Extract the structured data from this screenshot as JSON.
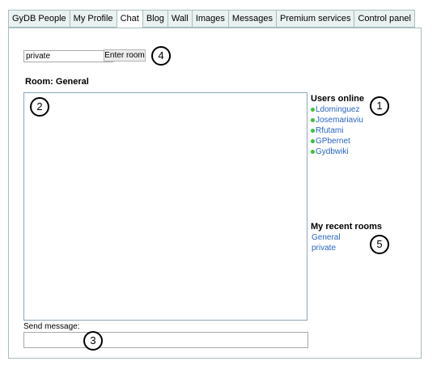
{
  "tabs": [
    {
      "label": "GyDB People"
    },
    {
      "label": "My Profile"
    },
    {
      "label": "Chat",
      "active": true
    },
    {
      "label": "Blog"
    },
    {
      "label": "Wall"
    },
    {
      "label": "Images"
    },
    {
      "label": "Messages"
    },
    {
      "label": "Premium services"
    },
    {
      "label": "Control panel"
    }
  ],
  "room_entry": {
    "value": "private",
    "button_label": "Enter room"
  },
  "room_title": "Room: General",
  "users_online": {
    "heading": "Users online",
    "users": [
      "Ldominguez",
      "Josemariaviu",
      "Rfutami",
      "GPbernet",
      "Gydbwiki"
    ]
  },
  "recent_rooms": {
    "heading": "My recent rooms",
    "rooms": [
      "General",
      "private"
    ]
  },
  "send_message": {
    "label": "Send message:",
    "value": ""
  },
  "callouts": [
    "1",
    "2",
    "3",
    "4",
    "5"
  ],
  "colors": {
    "tab_border": "#a8bdbf",
    "link": "#2a64c8",
    "online_dot": "#38c238"
  }
}
